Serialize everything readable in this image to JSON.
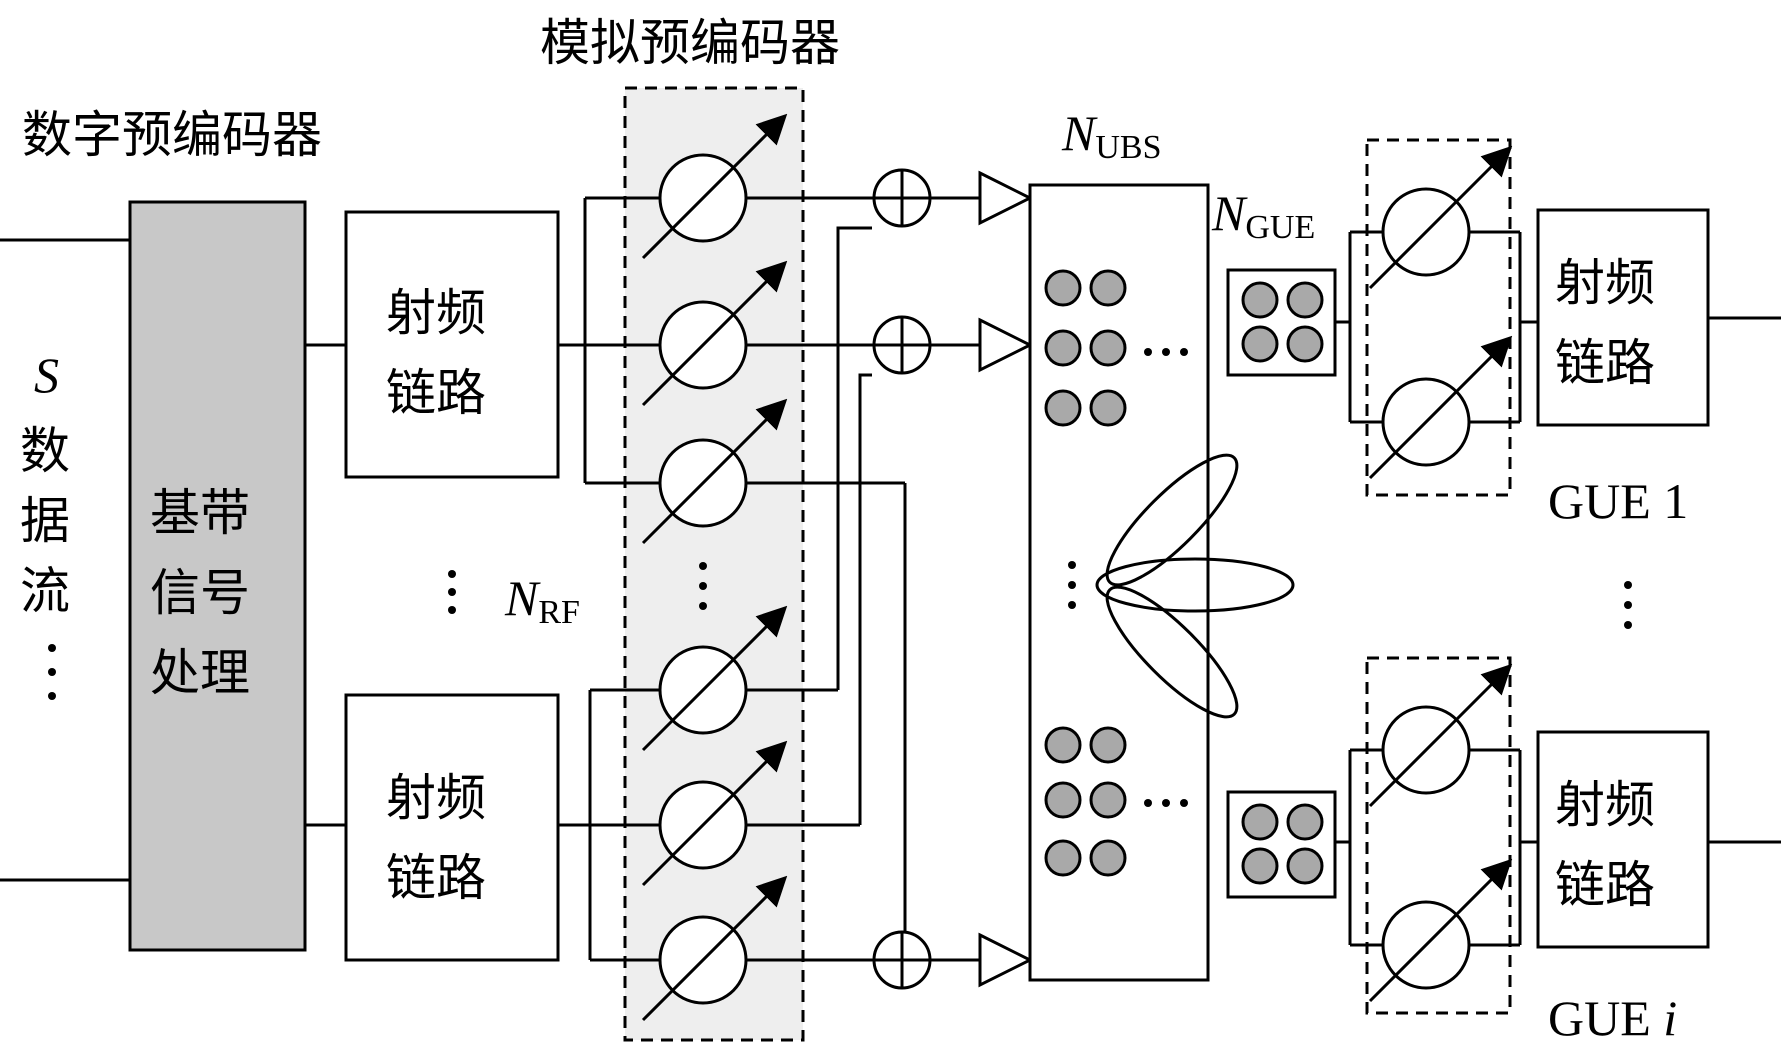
{
  "labels": {
    "analog_precoder": "模拟预编码器",
    "digital_precoder": "数字预编码器",
    "baseband": [
      "基带",
      "信号",
      "处理"
    ],
    "rf_chain": [
      "射频",
      "链路"
    ],
    "streams_var": "S",
    "streams_text": [
      "数",
      "据",
      "流"
    ],
    "n_rf_var": "N",
    "n_rf_sub": "RF",
    "n_ubs_var": "N",
    "n_ubs_sub": "UBS",
    "n_gue_var": "N",
    "n_gue_sub": "GUE",
    "gue1": "GUE 1",
    "guei_prefix": "GUE ",
    "guei_var": "i"
  },
  "colors": {
    "baseband_fill": "#c8c8c8",
    "analog_region_fill": "#eeeeee",
    "antenna_element": "#a9a9a9"
  }
}
